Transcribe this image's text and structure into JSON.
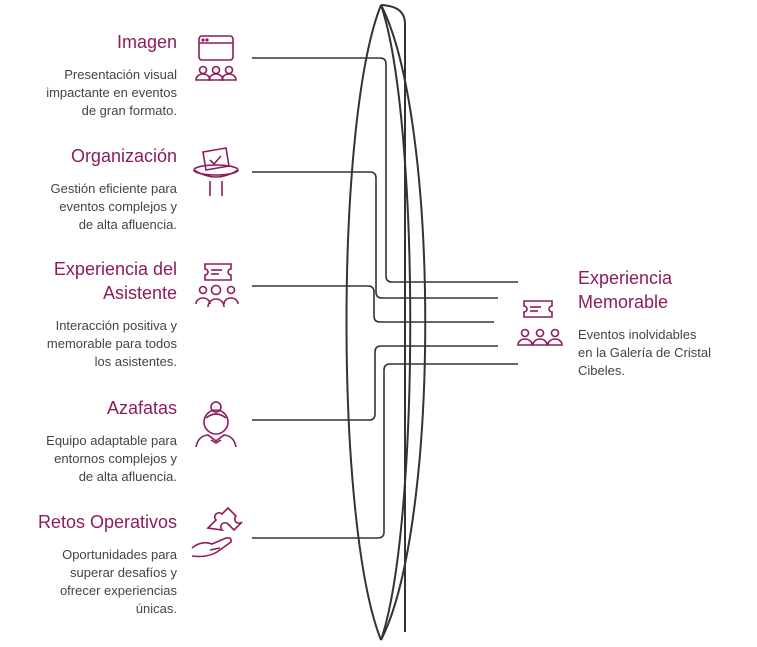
{
  "items": [
    {
      "title": "Imagen",
      "description": [
        "Presentación visual",
        "impactante en eventos",
        "de gran formato."
      ],
      "icon": "presentation-screen-audience-icon"
    },
    {
      "title": "Organización",
      "description": [
        "Gestión eficiente para",
        "eventos complejos y",
        "de alta afluencia."
      ],
      "icon": "checklist-organization-icon"
    },
    {
      "title": [
        "Experiencia del",
        "Asistente"
      ],
      "description": [
        "Interacción positiva y",
        "memorable para todos",
        "los asistentes."
      ],
      "icon": "ticket-attendees-icon"
    },
    {
      "title": "Azafatas",
      "description": [
        "Equipo adaptable para",
        "entornos complejos y",
        "de alta afluencia."
      ],
      "icon": "hostess-icon"
    },
    {
      "title": "Retos Operativos",
      "description": [
        "Oportunidades para",
        "superar desafíos y",
        "ofrecer experiencias",
        "únicas."
      ],
      "icon": "puzzle-hand-icon"
    }
  ],
  "result": {
    "title": [
      "Experiencia",
      "Memorable"
    ],
    "description": [
      "Eventos inolvidables",
      "en la Galería de Cristal",
      "Cibeles."
    ],
    "icon": "ticket-audience-icon"
  },
  "colors": {
    "accent": "#8e1b5e",
    "line": "#333333",
    "text": "#444444"
  }
}
